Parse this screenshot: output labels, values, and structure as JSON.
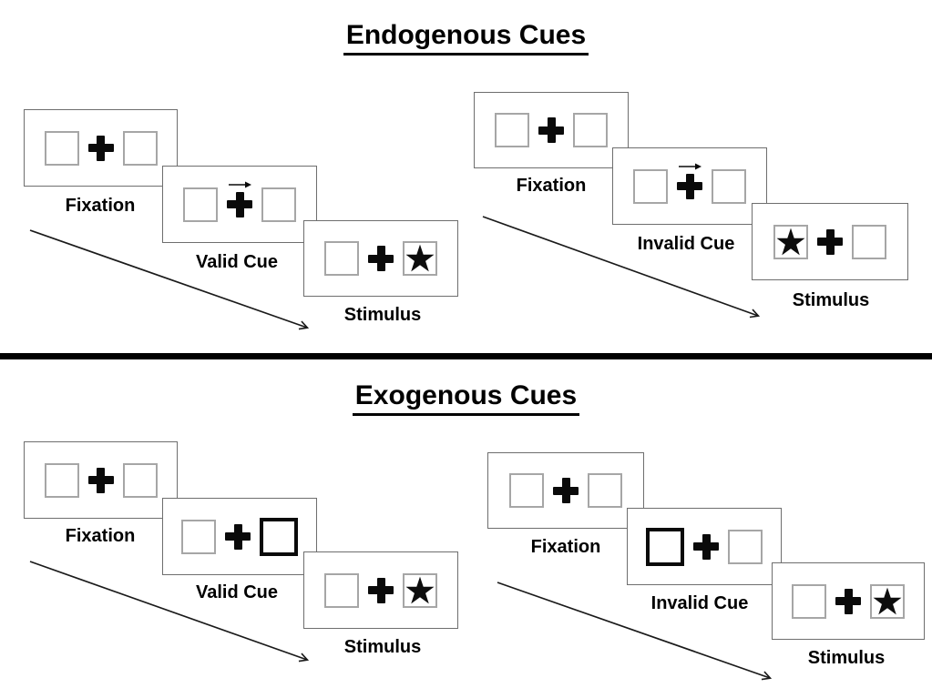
{
  "page": {
    "background": "#ffffff"
  },
  "colors": {
    "ink": "#000000",
    "panel_border": "#6e6e6e",
    "box_border": "#a6a6a6",
    "cue_highlight_border": "#0a0a0a"
  },
  "sections": [
    {
      "title": "Endogenous Cues",
      "cue_style": "central right-pointing arrow above fixation cross",
      "sequences": [
        {
          "name": "valid-trial",
          "panels": [
            {
              "label": "Fixation",
              "left_box": "empty",
              "center": "fixation-cross",
              "right_box": "empty"
            },
            {
              "label": "Valid Cue",
              "left_box": "empty",
              "center": "fixation-cross with right-arrow above",
              "right_box": "empty"
            },
            {
              "label": "Stimulus",
              "left_box": "empty",
              "center": "fixation-cross",
              "right_box": "star"
            }
          ]
        },
        {
          "name": "invalid-trial",
          "panels": [
            {
              "label": "Fixation",
              "left_box": "empty",
              "center": "fixation-cross",
              "right_box": "empty"
            },
            {
              "label": "Invalid Cue",
              "left_box": "empty",
              "center": "fixation-cross with right-arrow above",
              "right_box": "empty"
            },
            {
              "label": "Stimulus",
              "left_box": "star",
              "center": "fixation-cross",
              "right_box": "empty"
            }
          ]
        }
      ]
    },
    {
      "title": "Exogenous Cues",
      "cue_style": "peripheral box brightening (thick black outline)",
      "sequences": [
        {
          "name": "valid-trial",
          "panels": [
            {
              "label": "Fixation",
              "left_box": "empty",
              "center": "fixation-cross",
              "right_box": "empty"
            },
            {
              "label": "Valid Cue",
              "left_box": "empty",
              "center": "fixation-cross",
              "right_box": "thick-outline-cue"
            },
            {
              "label": "Stimulus",
              "left_box": "empty",
              "center": "fixation-cross",
              "right_box": "star"
            }
          ]
        },
        {
          "name": "invalid-trial",
          "panels": [
            {
              "label": "Fixation",
              "left_box": "empty",
              "center": "fixation-cross",
              "right_box": "empty"
            },
            {
              "label": "Invalid Cue",
              "left_box": "thick-outline-cue",
              "center": "fixation-cross",
              "right_box": "empty"
            },
            {
              "label": "Stimulus",
              "left_box": "empty",
              "center": "fixation-cross",
              "right_box": "star"
            }
          ]
        }
      ]
    }
  ]
}
